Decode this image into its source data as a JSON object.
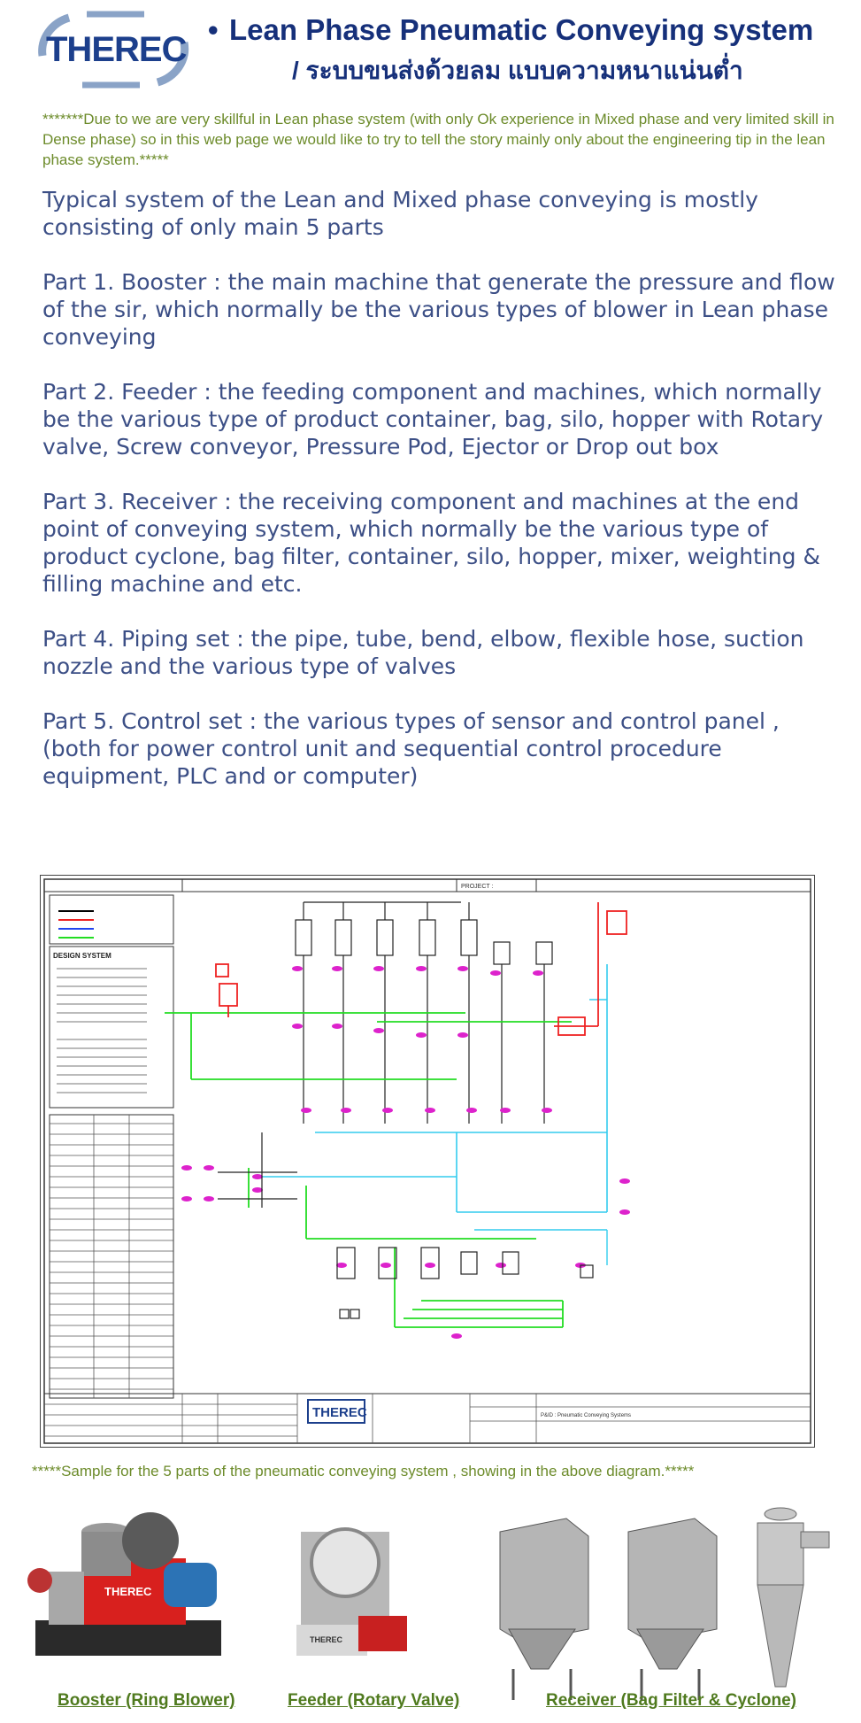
{
  "header": {
    "logo_text": "THEREC",
    "title": "Lean Phase Pneumatic Conveying system",
    "subtitle": "/ ระบบขนส่งด้วยลม แบบความหนาแน่นต่ำ"
  },
  "intro_note": "*******Due to we are very skillful in Lean phase system (with only Ok experience in Mixed phase and very limited skill in Dense phase) so in this web page we would like to try to tell the story mainly only about the engineering tip in the lean phase system.*****",
  "paragraphs": [
    "Typical system of the Lean and Mixed phase conveying is mostly consisting of only main 5 parts",
    "Part 1. Booster : the main machine that generate the pressure and flow of the sir, which normally be the various types of blower in Lean phase conveying",
    "Part 2. Feeder : the feeding component and machines, which normally be the various type of product container, bag, silo, hopper with Rotary valve, Screw conveyor, Pressure Pod, Ejector or Drop out box",
    "Part 3. Receiver : the receiving component and machines at the end point of conveying system, which normally be the various type of product cyclone, bag filter, container, silo, hopper, mixer, weighting & filling machine and etc.",
    "Part 4. Piping set : the pipe, tube, bend, elbow, flexible hose, suction nozzle and the various type of valves",
    "Part 5. Control set : the various types of sensor and control panel , (both for power control unit and sequential control procedure equipment, PLC and or computer)"
  ],
  "diagram": {
    "title_block_logo": "THEREC",
    "design_system_heading": "DESIGN SYSTEM",
    "project_label": "PROJECT :",
    "drawing_title": "P&ID : Pneumatic Conveying Systems"
  },
  "caption": "*****Sample for the 5 parts of the pneumatic conveying system , showing in the above diagram.*****",
  "photos": [
    {
      "label": "Booster (Ring Blower)"
    },
    {
      "label": "Feeder (Rotary Valve)"
    },
    {
      "label": "Receiver (Bag Filter & Cyclone)"
    }
  ],
  "colors": {
    "title_blue": "#16307a",
    "body_blue": "#3c4f86",
    "note_green": "#6c8b2a",
    "pipe_green": "#22dd22",
    "pipe_cyan": "#33ccee",
    "tag_magenta": "#dd22cc",
    "pipe_red": "#ee2222"
  }
}
